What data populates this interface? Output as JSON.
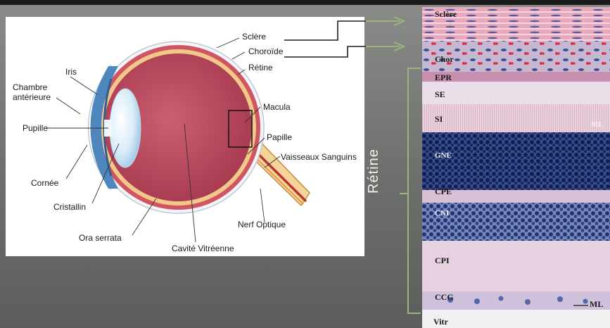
{
  "eye_diagram": {
    "labels": {
      "sclere": "Sclère",
      "choroide": "Choroïde",
      "retine": "Rétine",
      "macula": "Macula",
      "papille": "Papille",
      "vaisseaux": "Vaisseaux Sanguins",
      "nerf": "Nerf Optique",
      "cavite": "Cavité Vitréenne",
      "ora": "Ora serrata",
      "cristallin": "Cristallin",
      "cornee": "Cornée",
      "pupille": "Pupille",
      "chambre_l1": "Chambre",
      "chambre_l2": "antérieure",
      "iris": "Iris"
    }
  },
  "retina_section_label": "Rétine",
  "histology": {
    "layers": {
      "sclere": "Sclère",
      "chor": "Chor",
      "epr": "EPR",
      "se": "SE",
      "si": "SI",
      "ml_top": "ML",
      "gne": "GNE",
      "cpe": "CPE",
      "cni": "CNI",
      "cpi": "CPI",
      "ccg": "CCG",
      "ml_bottom": "ML",
      "vitr": "Vitr"
    }
  },
  "colors": {
    "sclera": "#f3f4f7",
    "choroid": "#c84f5a",
    "retina": "#f1c88a",
    "vitreous": "#b94e63",
    "iris": "#3f7fb8",
    "bracket": "#9db57c"
  }
}
